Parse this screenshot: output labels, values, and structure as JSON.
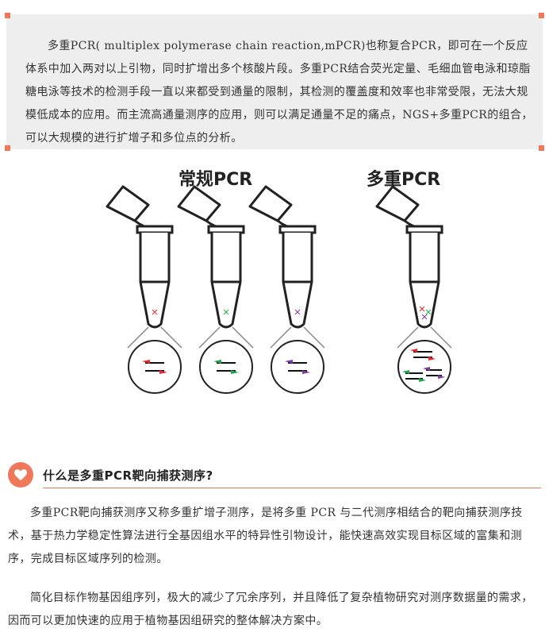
{
  "intro": {
    "text": "多重PCR( multiplex polymerase chain reaction,mPCR)也称复合PCR，即可在一个反应体系中加入两对以上引物，同时扩增出多个核酸片段。多重PCR结合荧光定量、毛细血管电泳和琼脂糖电泳等技术的检测手段一直以来都受到通量的限制，其检测的覆盖度和效率也非常受限，无法大规模低成本的应用。而主流高通量测序的应用，则可以满足通量不足的痛点，NGS+多重PCR的组合，可以大规模的进行扩增子和多位点的分析。"
  },
  "illustration": {
    "label_conventional": "常规PCR",
    "label_multiplex": "多重PCR"
  },
  "section": {
    "title": "什么是多重PCR靶向捕获测序?",
    "icon": "heart-icon"
  },
  "paragraphs": [
    "多重PCR靶向捕获测序又称多重扩增子测序，是将多重 PCR 与二代测序相结合的靶向捕获测序技术，基于热力学稳定性算法进行全基因组水平的特异性引物设计，能快速高效实现目标区域的富集和测序，完成目标区域序列的检测。",
    "简化目标作物基因组序列，极大的减少了冗余序列，并且降低了复杂植物研究对测序数据量的需求，因而可以更加快速的应用于植物基因组研究的整体解决方案中。"
  ],
  "colors": {
    "accent": "#f0785a",
    "box_bg": "#eeeeee",
    "red": "#e8282d",
    "green": "#1fa84a",
    "purple": "#7a3aa8"
  }
}
